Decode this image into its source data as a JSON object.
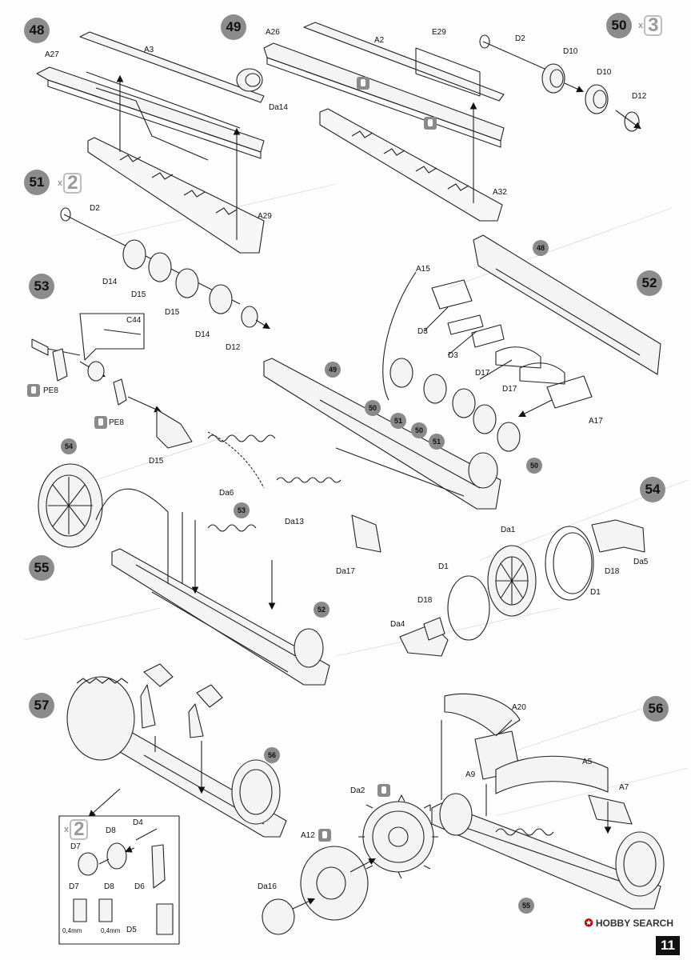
{
  "steps": [
    "48",
    "49",
    "50",
    "51",
    "52",
    "53",
    "54",
    "55",
    "56",
    "57"
  ],
  "multipliers": {
    "s50": "3",
    "s51": "2",
    "s57": "2"
  },
  "multiplier_prefix": "x",
  "labels": {
    "a27": "A27",
    "a3": "A3",
    "a29": "A29",
    "a26": "A26",
    "a2": "A2",
    "e29": "E29",
    "da14": "Da14",
    "a32": "A32",
    "d2_50": "D2",
    "d10a": "D10",
    "d10b": "D10",
    "d12_50": "D12",
    "d2_51": "D2",
    "d14a": "D14",
    "d15a": "D15",
    "d15b": "D15",
    "d14b": "D14",
    "d12_51": "D12",
    "c44": "C44",
    "pe8a": "PE8",
    "pe8b": "PE8",
    "d15_53": "D15",
    "da6": "Da6",
    "da13": "Da13",
    "da17": "Da17",
    "a15": "A15",
    "d3a": "D3",
    "d3b": "D3",
    "d17a": "D17",
    "d17b": "D17",
    "a17": "A17",
    "da1": "Da1",
    "d1a": "D1",
    "d1b": "D1",
    "d18a": "D18",
    "d18b": "D18",
    "da5": "Da5",
    "da4": "Da4",
    "a20": "A20",
    "a9": "A9",
    "a5": "A5",
    "a7": "A7",
    "da2": "Da2",
    "a12": "A12",
    "da16": "Da16",
    "d7a": "D7",
    "d8a": "D8",
    "d4": "D4",
    "d6": "D6",
    "d7b": "D7",
    "d8b": "D8",
    "d5": "D5",
    "mm1": "0,4mm",
    "mm2": "0,4mm"
  },
  "refs": {
    "r48": "48",
    "r49": "49",
    "r50a": "50",
    "r51a": "51",
    "r50b": "50",
    "r51b": "51",
    "r50c": "50",
    "r53": "53",
    "r52": "52",
    "r54": "54",
    "r56": "56",
    "r55": "55"
  },
  "page_number": "11",
  "watermark": {
    "brand": "HOBBY SEARCH",
    "mark": "✪"
  }
}
